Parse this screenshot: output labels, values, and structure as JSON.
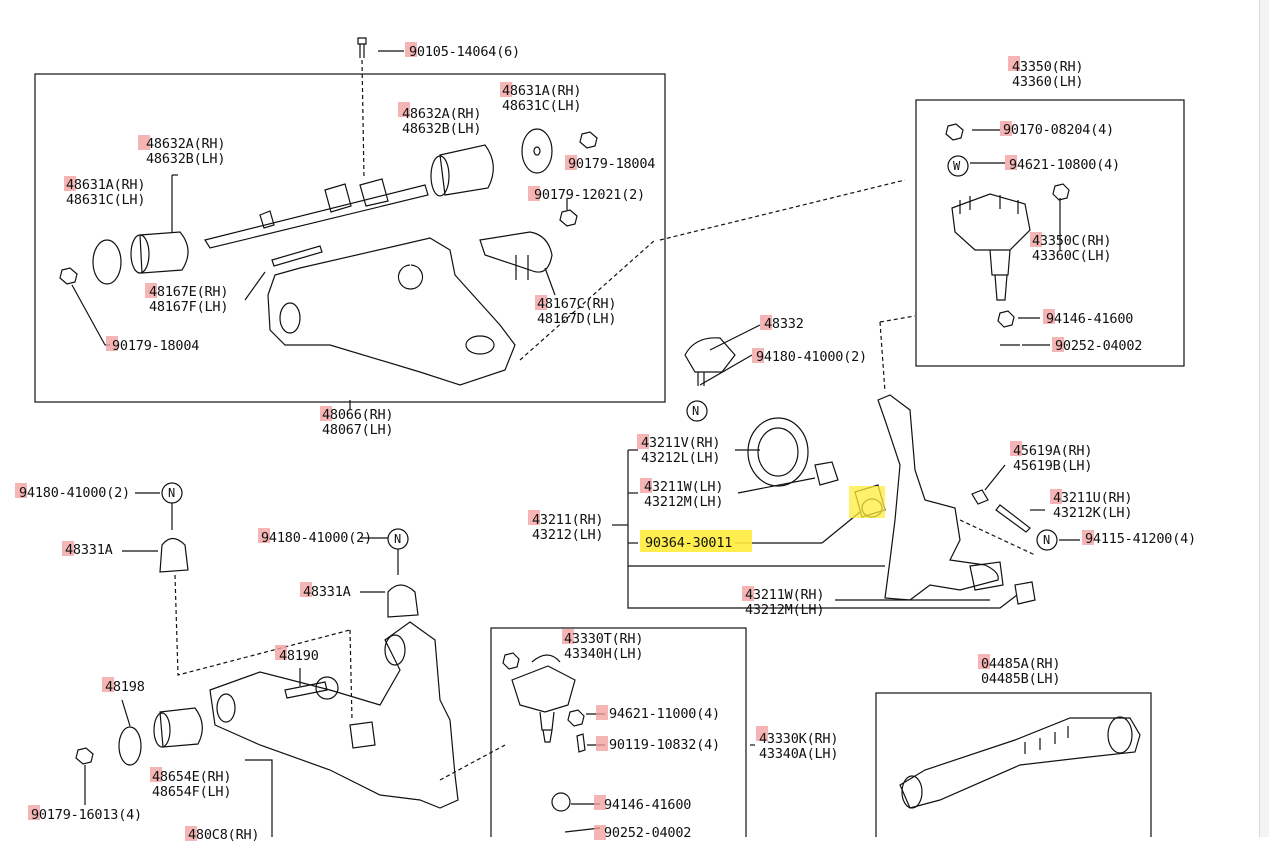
{
  "image": {
    "highlight_color": "#ffec3a",
    "marker_color": "#f2a0a0",
    "line_color": "#111111",
    "highlighted_part": "90364-30011"
  },
  "labels": {
    "p90105": "90105-14064(6)",
    "p48631a_top": "48631A(RH)",
    "p48631c_top": "48631C(LH)",
    "p48632a_mid": "48632A(RH)",
    "p48632b_mid": "48632B(LH)",
    "p90179_18004_top": "90179-18004",
    "p48632a_left": "48632A(RH)",
    "p48632b_left": "48632B(LH)",
    "p48631a_left": "48631A(RH)",
    "p48631c_left": "48631C(LH)",
    "p90179_12021": "90179-12021(2)",
    "p48167e": "48167E(RH)",
    "p48167f": "48167F(LH)",
    "p48167c": "48167C(RH)",
    "p48167d": "48167D(LH)",
    "p90179_18004_bottom": "90179-18004",
    "p48066": "48066(RH)",
    "p48067": "48067(LH)",
    "p43350": "43350(RH)",
    "p43360": "43360(LH)",
    "p90170": "90170-08204(4)",
    "p94621_10800": "94621-10800(4)",
    "p43350c": "43350C(RH)",
    "p43360c": "43360C(LH)",
    "p94146_top": "94146-41600",
    "p90252_top": "90252-04002",
    "p48332": "48332",
    "p94180_top": "94180-41000(2)",
    "p43211v": "43211V(RH)",
    "p43212l": "43212L(LH)",
    "p43211w_l": "43211W(LH)",
    "p43212m_l": "43212M(LH)",
    "p43211": "43211(RH)",
    "p43212": "43212(LH)",
    "p90364": "90364-30011",
    "p43211w_r": "43211W(RH)",
    "p43212m_r": "43212M(LH)",
    "p45619a": "45619A(RH)",
    "p45619b": "45619B(LH)",
    "p43211u": "43211U(RH)",
    "p43212k": "43212K(LH)",
    "p94115": "94115-41200(4)",
    "p94180_left": "94180-41000(2)",
    "p48331a_left": "48331A",
    "p94180_mid": "94180-41000(2)",
    "p48331a_mid": "48331A",
    "p48190": "48190",
    "p48198": "48198",
    "p48654e": "48654E(RH)",
    "p48654f": "48654F(LH)",
    "p90179_16013": "90179-16013(4)",
    "p480c8": "480C8(RH)",
    "p43330t": "43330T(RH)",
    "p43340h": "43340H(LH)",
    "p94621_11000": "94621-11000(4)",
    "p90119": "90119-10832(4)",
    "p94146_bottom": "94146-41600",
    "p90252_bottom": "90252-04002",
    "p43330k": "43330K(RH)",
    "p43340a": "43340A(LH)",
    "p04485a": "04485A(RH)",
    "p04485b": "04485B(LH)",
    "n1": "N",
    "n2": "N",
    "n3": "N",
    "n4": "N",
    "w1": "W"
  }
}
